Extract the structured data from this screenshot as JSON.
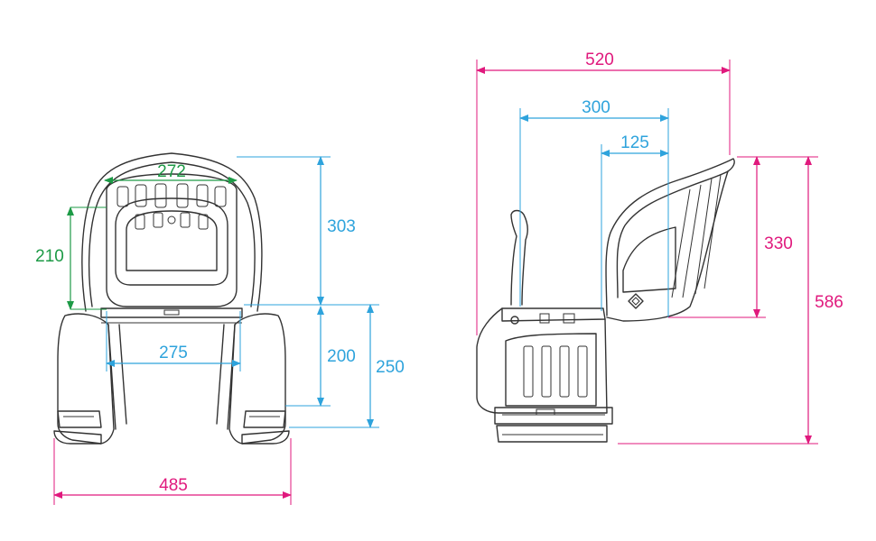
{
  "colors": {
    "magenta": "#e0197d",
    "blue": "#2ea3dc",
    "green": "#1d9a46",
    "outline": "#333333"
  },
  "front_view": {
    "dimensions": {
      "top_inner_width": "272",
      "backrest_height": "210",
      "base_inner_width": "275",
      "overall_width": "485",
      "back_height": "303",
      "lower_height_inner": "200",
      "lower_height_outer": "250"
    }
  },
  "side_view": {
    "dimensions": {
      "overall_depth": "520",
      "seat_depth": "300",
      "back_depth": "125",
      "back_height": "330",
      "overall_height": "586"
    }
  }
}
